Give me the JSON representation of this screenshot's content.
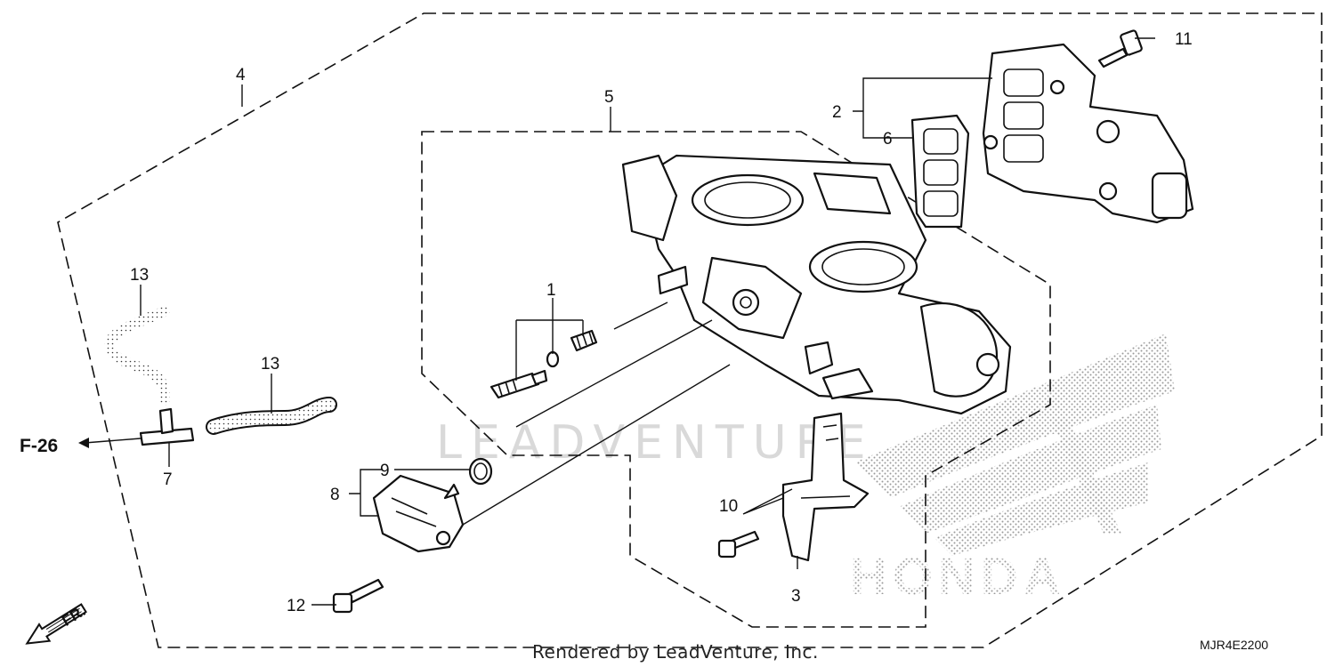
{
  "labels": {
    "l1": "1",
    "l2": "2",
    "l3": "3",
    "l4": "4",
    "l5": "5",
    "l6": "6",
    "l7": "7",
    "l8": "8",
    "l9": "9",
    "l10": "10",
    "l11": "11",
    "l12": "12",
    "l13a": "13",
    "l13b": "13"
  },
  "ref_label": "F-26",
  "front_label": "FR.",
  "watermark": "LEADVENTURE",
  "brand_logo_text": "HONDA",
  "credit": "Rendered by LeadVenture, Inc.",
  "diagram_code": "MJR4E2200"
}
